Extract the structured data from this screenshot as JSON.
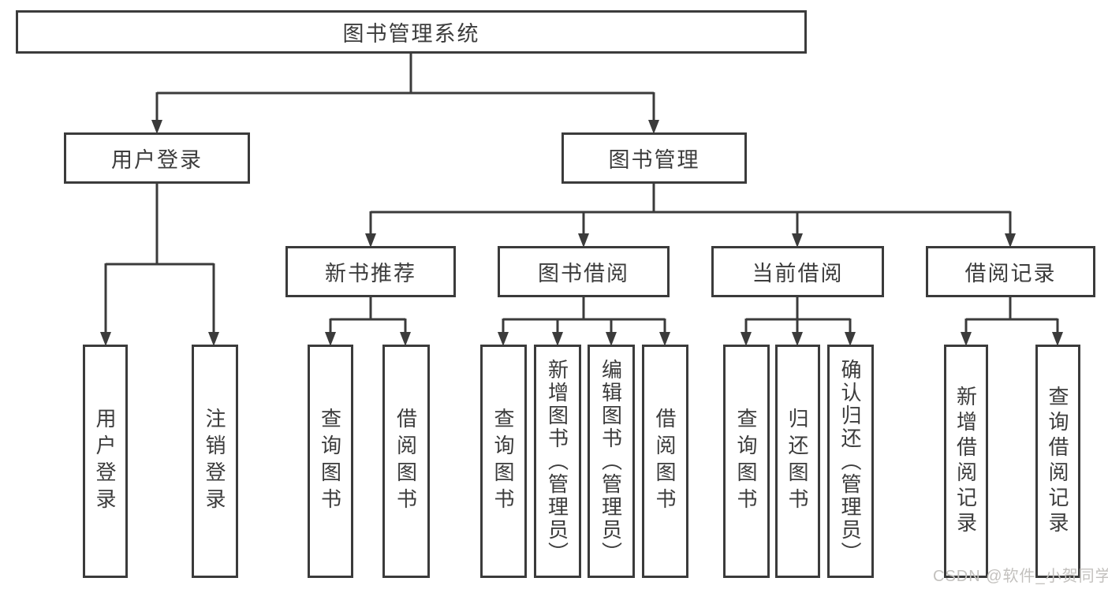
{
  "tree": {
    "root": "图书管理系统",
    "login_branch": {
      "label": "用户登录",
      "children": [
        "用户登录",
        "注销登录"
      ]
    },
    "mgmt_branch": {
      "label": "图书管理",
      "groups": [
        {
          "label": "新书推荐",
          "children": [
            "查询图书",
            "借阅图书"
          ]
        },
        {
          "label": "图书借阅",
          "children": [
            "查询图书",
            "新增图书（管理员）",
            "编辑图书（管理员）",
            "借阅图书"
          ]
        },
        {
          "label": "当前借阅",
          "children": [
            "查询图书",
            "归还图书",
            "确认归还（管理员）"
          ]
        },
        {
          "label": "借阅记录",
          "children": [
            "新增借阅记录",
            "查询借阅记录"
          ]
        }
      ]
    }
  },
  "watermark": "CSDN @软件_小贺同学",
  "colors": {
    "line": "#3b3b3b",
    "box_border": "#3b3b3b",
    "box_background": "#ffffff",
    "text": "#3c3c3c",
    "watermark_text": "#c3c1be"
  }
}
